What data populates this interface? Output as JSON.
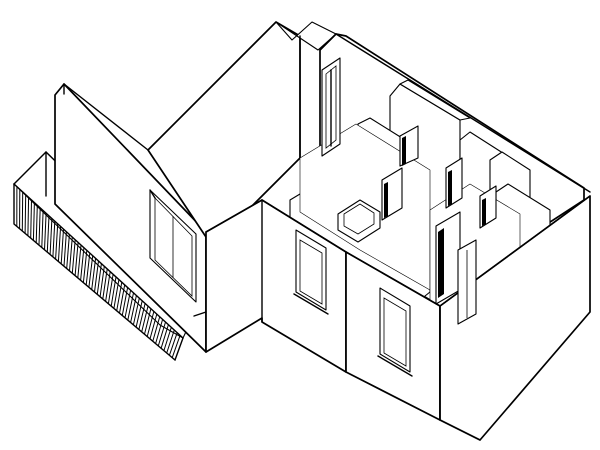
{
  "diagram": {
    "type": "isometric-floor-plan",
    "line_color": "#000000",
    "background": "#ffffff",
    "elements": [
      {
        "name": "balcony-railing",
        "icon": "railing"
      },
      {
        "name": "balcony-window",
        "icon": "window"
      },
      {
        "name": "front-window-left",
        "icon": "window"
      },
      {
        "name": "front-window-right",
        "icon": "window"
      },
      {
        "name": "door-back-corridor",
        "icon": "door"
      },
      {
        "name": "door-bathroom",
        "icon": "door"
      },
      {
        "name": "door-room-front",
        "icon": "door"
      },
      {
        "name": "door-closet",
        "icon": "door"
      },
      {
        "name": "bathtub",
        "icon": "bathtub"
      }
    ]
  }
}
